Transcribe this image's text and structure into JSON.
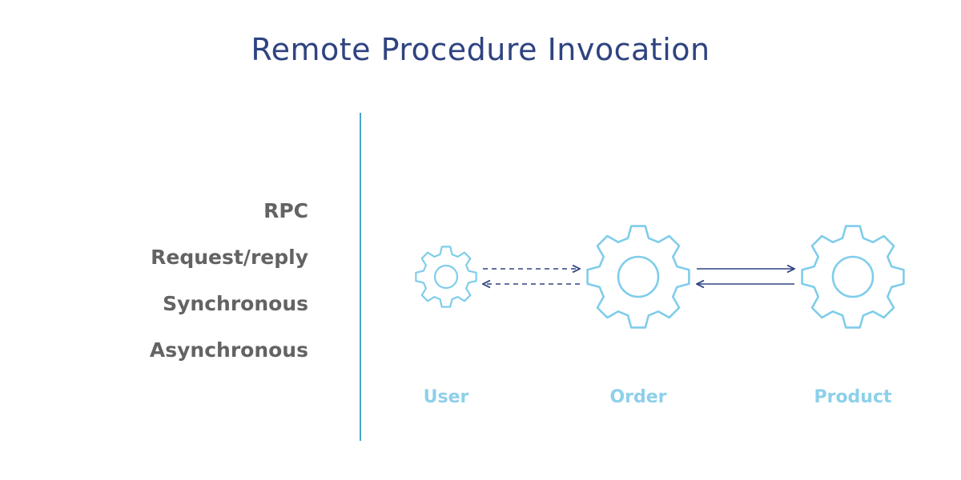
{
  "title": "Remote Procedure Invocation",
  "terms": [
    "RPC",
    "Request/reply",
    "Synchronous",
    "Asynchronous"
  ],
  "services": [
    {
      "id": "user",
      "label": "User",
      "icon": "gear-icon"
    },
    {
      "id": "order",
      "label": "Order",
      "icon": "gear-icon"
    },
    {
      "id": "product",
      "label": "Product",
      "icon": "gear-icon"
    }
  ],
  "connections": [
    {
      "from": "user",
      "to": "order",
      "style": "dashed",
      "direction": "request"
    },
    {
      "from": "order",
      "to": "user",
      "style": "dashed",
      "direction": "reply"
    },
    {
      "from": "order",
      "to": "product",
      "style": "solid",
      "direction": "request"
    },
    {
      "from": "product",
      "to": "order",
      "style": "solid",
      "direction": "reply"
    }
  ],
  "colors": {
    "title": "#2f4380",
    "term_text": "#636363",
    "gear": "#7fcdea",
    "divider": "#4aa6cf",
    "arrow": "#2f4380",
    "label": "#8dd0ea"
  }
}
